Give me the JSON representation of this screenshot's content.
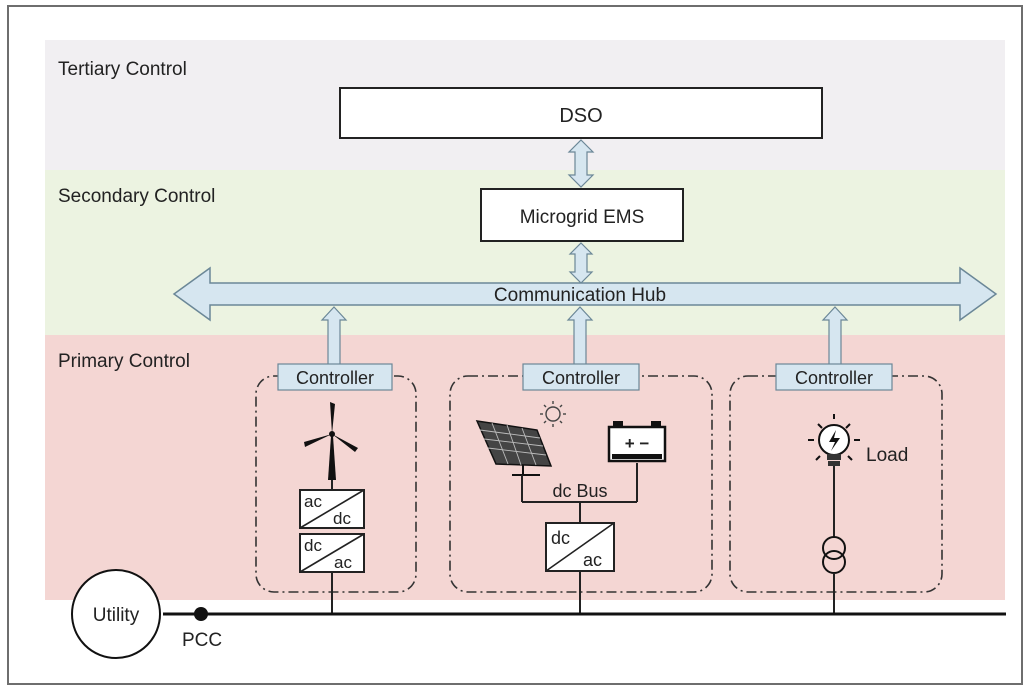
{
  "layers": {
    "tertiary": {
      "label": "Tertiary Control",
      "color": "#f1eff2"
    },
    "secondary": {
      "label": "Secondary Control",
      "color": "#ecf3e1"
    },
    "primary": {
      "label": "Primary Control",
      "color": "#f4d6d3"
    }
  },
  "nodes": {
    "dso": "DSO",
    "ems": "Microgrid EMS",
    "hub": "Communication Hub",
    "controllers": [
      "Controller",
      "Controller",
      "Controller"
    ],
    "dc_bus": "dc Bus",
    "load": "Load",
    "utility": "Utility",
    "pcc": "PCC"
  },
  "converters": {
    "wind_upper": {
      "top": "ac",
      "bottom": "dc"
    },
    "wind_lower": {
      "top": "dc",
      "bottom": "ac"
    },
    "solar": {
      "top": "dc",
      "bottom": "ac"
    }
  },
  "battery_symbol": "+ −",
  "colors": {
    "arrow_fill": "#d6e6f0",
    "box_fill": "#ffffff",
    "line": "#222222",
    "frame": "#6e6e6e"
  },
  "icons": [
    "wind-turbine-icon",
    "solar-panel-icon",
    "sun-icon",
    "battery-icon",
    "light-bulb-icon",
    "transformer-icon"
  ]
}
